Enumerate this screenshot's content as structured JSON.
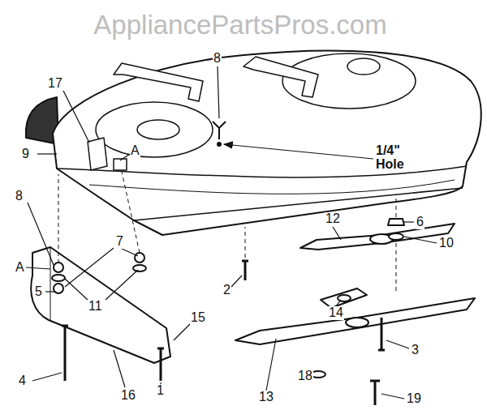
{
  "diagram": {
    "labels": [
      "AppliancePartsPros.com",
      "8",
      "17",
      "9",
      "A",
      "8",
      "7",
      "A",
      "5",
      "11",
      "4",
      "16",
      "1",
      "15",
      "2",
      "12",
      "6",
      "10",
      "14",
      "3",
      "18",
      "19",
      "13",
      "1/4\" Hole"
    ]
  }
}
